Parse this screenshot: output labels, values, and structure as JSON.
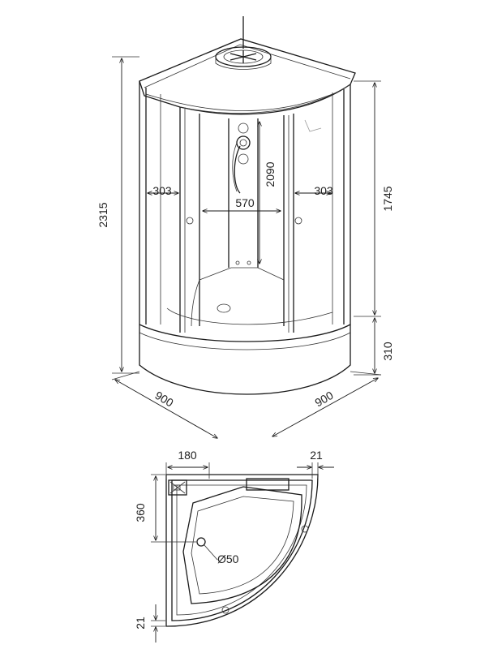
{
  "perspective_view": {
    "total_height": "2315",
    "glass_height": "1745",
    "tray_height": "310",
    "door_width": "570",
    "side_panel_left": "303",
    "side_panel_right": "303",
    "inner_height": "2090",
    "depth_left": "900",
    "depth_right": "900"
  },
  "plan_view": {
    "corner_offset": "180",
    "wall_gap_top": "21",
    "drain_offset": "360",
    "wall_gap_bottom": "21",
    "drain_diameter": "Ø50"
  }
}
